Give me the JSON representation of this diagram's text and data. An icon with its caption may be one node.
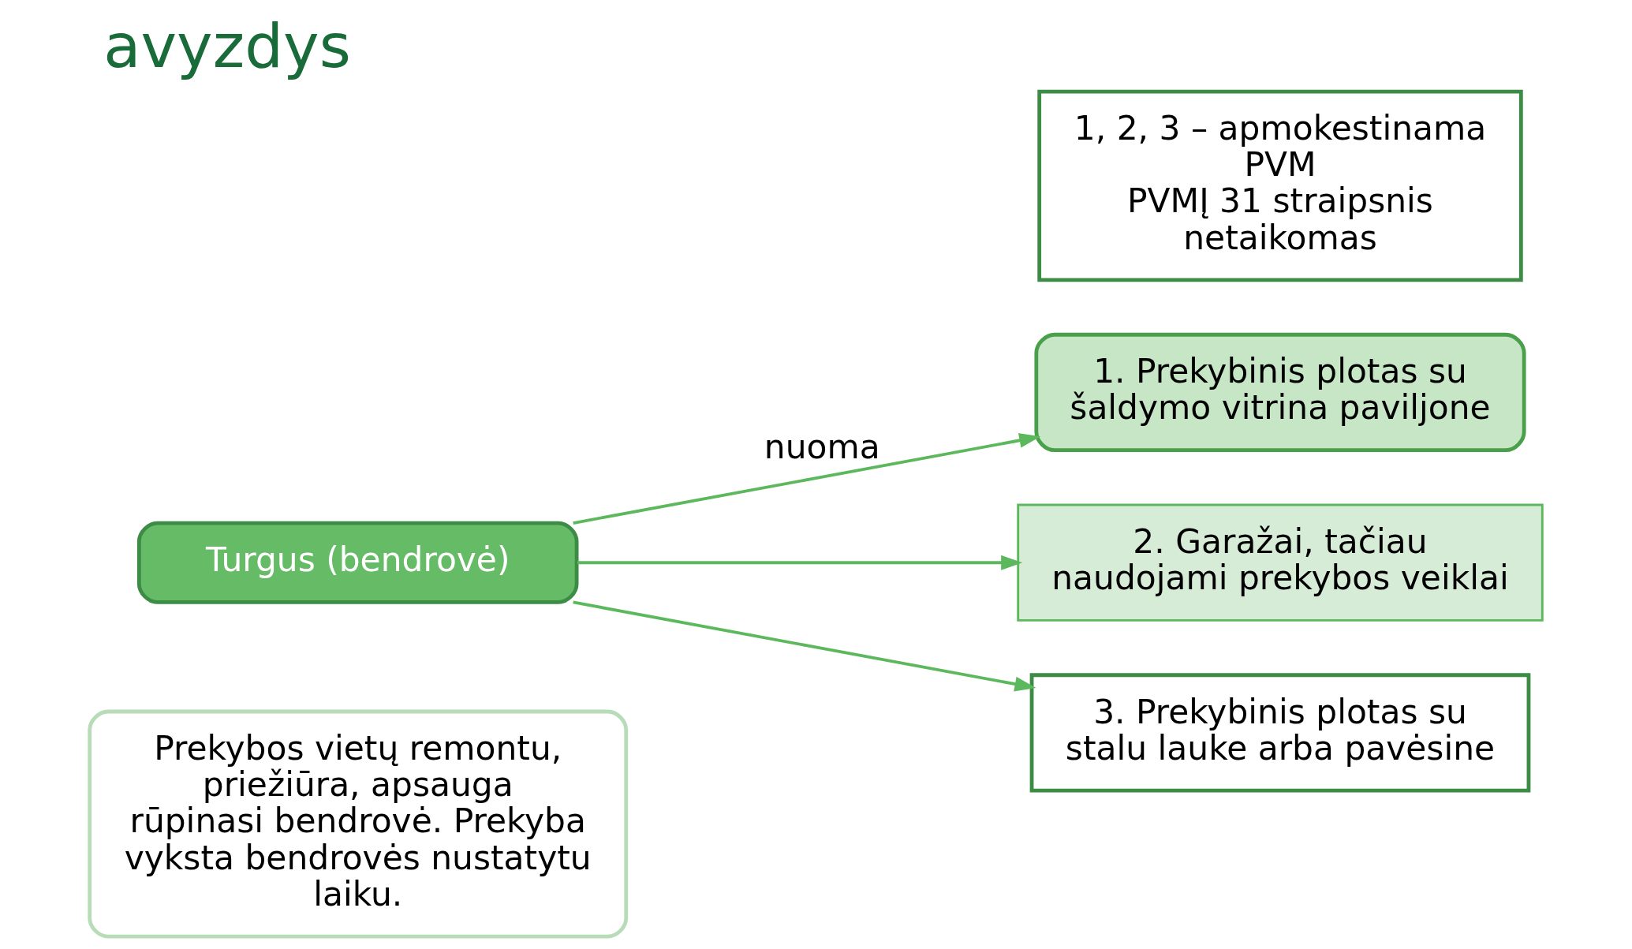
{
  "diagram": {
    "title": "avyzdys",
    "nodes": [
      {
        "text": [
          "Turgus (bendrovė)"
        ]
      },
      {
        "text": [
          "1. Prekybinis plotas su šaldymo vitrina paviljone"
        ]
      },
      {
        "text": [
          "2. Garažai, tačiau naudojami prekybos veiklai"
        ]
      },
      {
        "text": [
          "3. Prekybinis plotas su stalu lauke arba pavėsine"
        ]
      },
      {
        "text": [
          "Prekybos vietų remontu, priežiūra, apsauga rūpinasi bendrovė. Prekyba vyksta bendrovės nustatytu laiku."
        ]
      },
      {
        "text": [
          "1, 2, 3 – apmokestinama PVM",
          "PVMĮ 31 straipsnis netaikomas"
        ]
      }
    ],
    "edges": [
      {
        "from": 0,
        "to": 1,
        "arrow": "to",
        "label": "nuoma"
      },
      {
        "from": 0,
        "to": 2,
        "arrow": "to"
      },
      {
        "from": 0,
        "to": 3,
        "arrow": "to"
      }
    ]
  }
}
